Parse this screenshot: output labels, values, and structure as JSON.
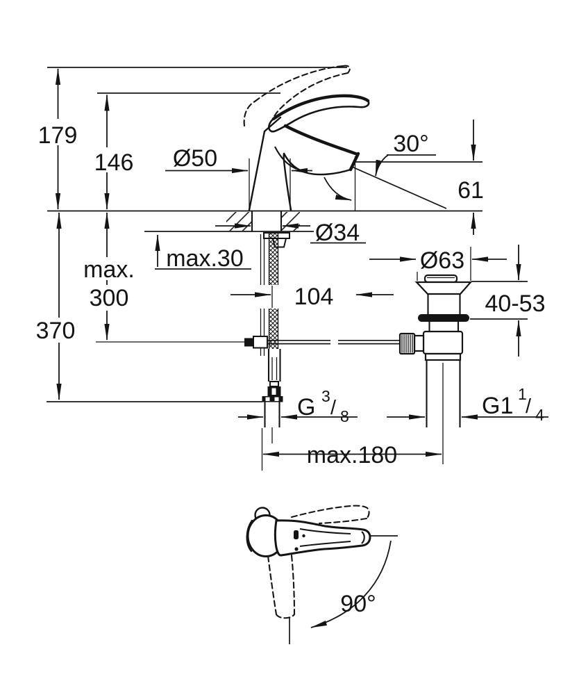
{
  "drawing": {
    "background": "#ffffff",
    "ink_color": "#141414",
    "type": "technical-dimension-drawing",
    "views": [
      "faucet-side-view-with-mounting",
      "pop-up-waste-side-view",
      "handle-top-view"
    ],
    "dims": {
      "total_height": "179",
      "handle_height": "146",
      "base_diameter": "Ø50",
      "spout_angle": "30°",
      "spout_height": "61",
      "hole_diameter": "Ø34",
      "deck_thickness": "max.30",
      "spout_reach": "104",
      "hose_depth_word": "max.",
      "hose_depth_value": "300",
      "below_deck_length": "370",
      "waste_flange_diameter": "Ø63",
      "waste_height_range": "40-53",
      "centre_distance": "max.180",
      "handle_swivel": "90°",
      "supply_thread": {
        "g": "G",
        "sup": "3",
        "slash": "/",
        "sub": "8"
      },
      "waste_thread": {
        "g": "G1",
        "sup": "1",
        "slash": "/",
        "sub": "4"
      }
    }
  }
}
